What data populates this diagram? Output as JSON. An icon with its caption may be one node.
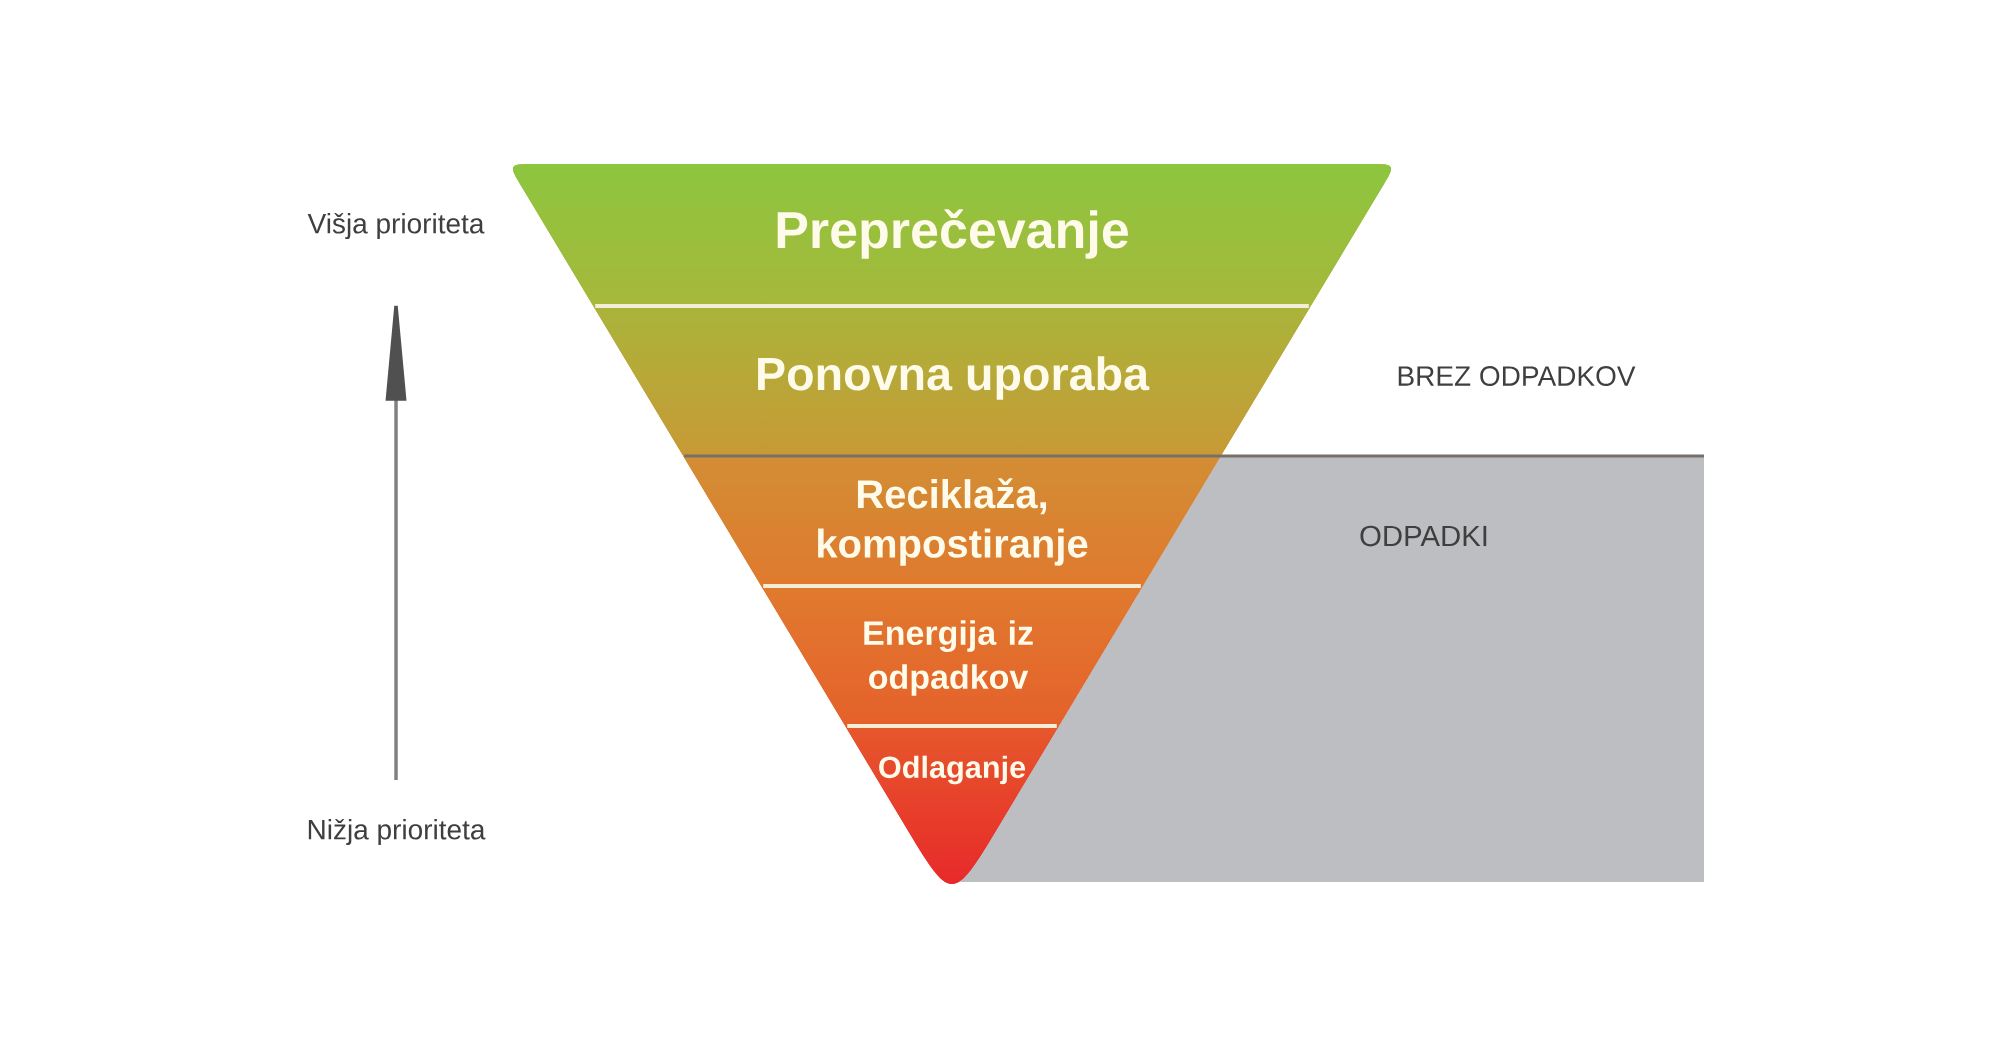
{
  "diagram": {
    "nodes": [
      {
        "text": [
          "Preprečevanje"
        ]
      },
      {
        "text": [
          "Ponovna uporaba"
        ]
      },
      {
        "text": [
          "Reciklaža, kompostiranje"
        ]
      },
      {
        "text": [
          "Energija iz odpadkov"
        ]
      },
      {
        "text": [
          "Odlaganje"
        ]
      },
      {
        "text": [
          "ODPADKI"
        ]
      }
    ],
    "labels": [
      "Višja prioriteta",
      "BREZ ODPADKOV",
      "Nižja prioriteta"
    ]
  }
}
